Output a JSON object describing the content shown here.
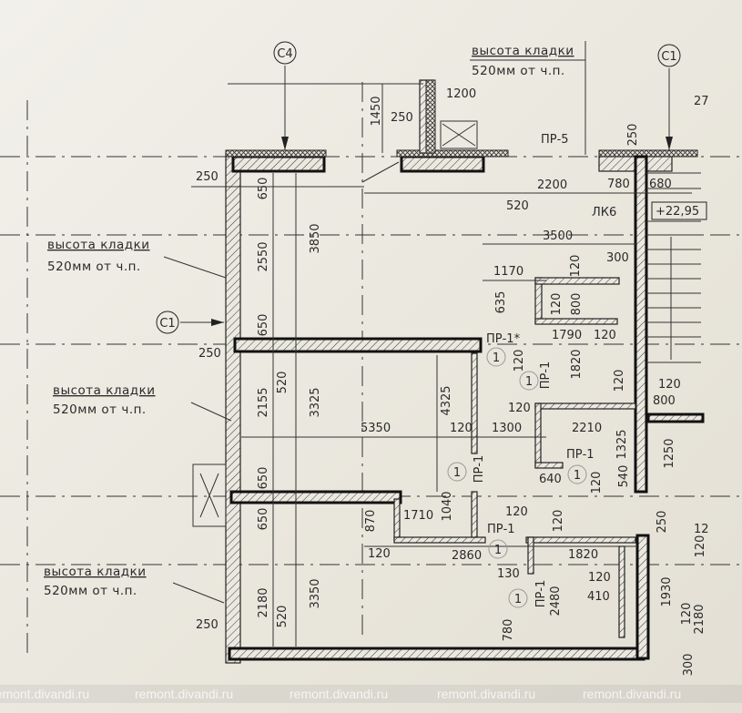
{
  "notes": {
    "masonry_height_title": "высота кладки",
    "masonry_height_value": "520мм от ч.п."
  },
  "markers": {
    "c4": "С4",
    "c1": "С1",
    "beam_count": "1"
  },
  "elevation": "+22,95",
  "stair_label": "ЛК6",
  "lintels": {
    "pr5": "ПР-5",
    "pr1": "ПР-1",
    "pr1_star": "ПР-1*"
  },
  "dims": {
    "d1200": "1200",
    "d250": "250",
    "d1450": "1450",
    "d2200": "2200",
    "d780": "780",
    "d680": "680",
    "d520": "520",
    "d3500": "3500",
    "d300": "300",
    "d1170": "1170",
    "d635": "635",
    "d120": "120",
    "d800": "800",
    "d1790": "1790",
    "d1820": "1820",
    "d650": "650",
    "d2550": "2550",
    "d3850": "3850",
    "d2155": "2155",
    "d3325": "3325",
    "d4325": "4325",
    "d5350": "5350",
    "d1300": "1300",
    "d2210": "2210",
    "d1325": "1325",
    "d1250": "1250",
    "d640": "640",
    "d540": "540",
    "d870": "870",
    "d1040": "1040",
    "d1710": "1710",
    "d2860": "2860",
    "d130": "130",
    "d410": "410",
    "d2480": "2480",
    "d1930": "1930",
    "d2180": "2180",
    "d3350": "3350",
    "d12": "12",
    "d27": "27"
  },
  "watermark": "remont.divandi.ru"
}
